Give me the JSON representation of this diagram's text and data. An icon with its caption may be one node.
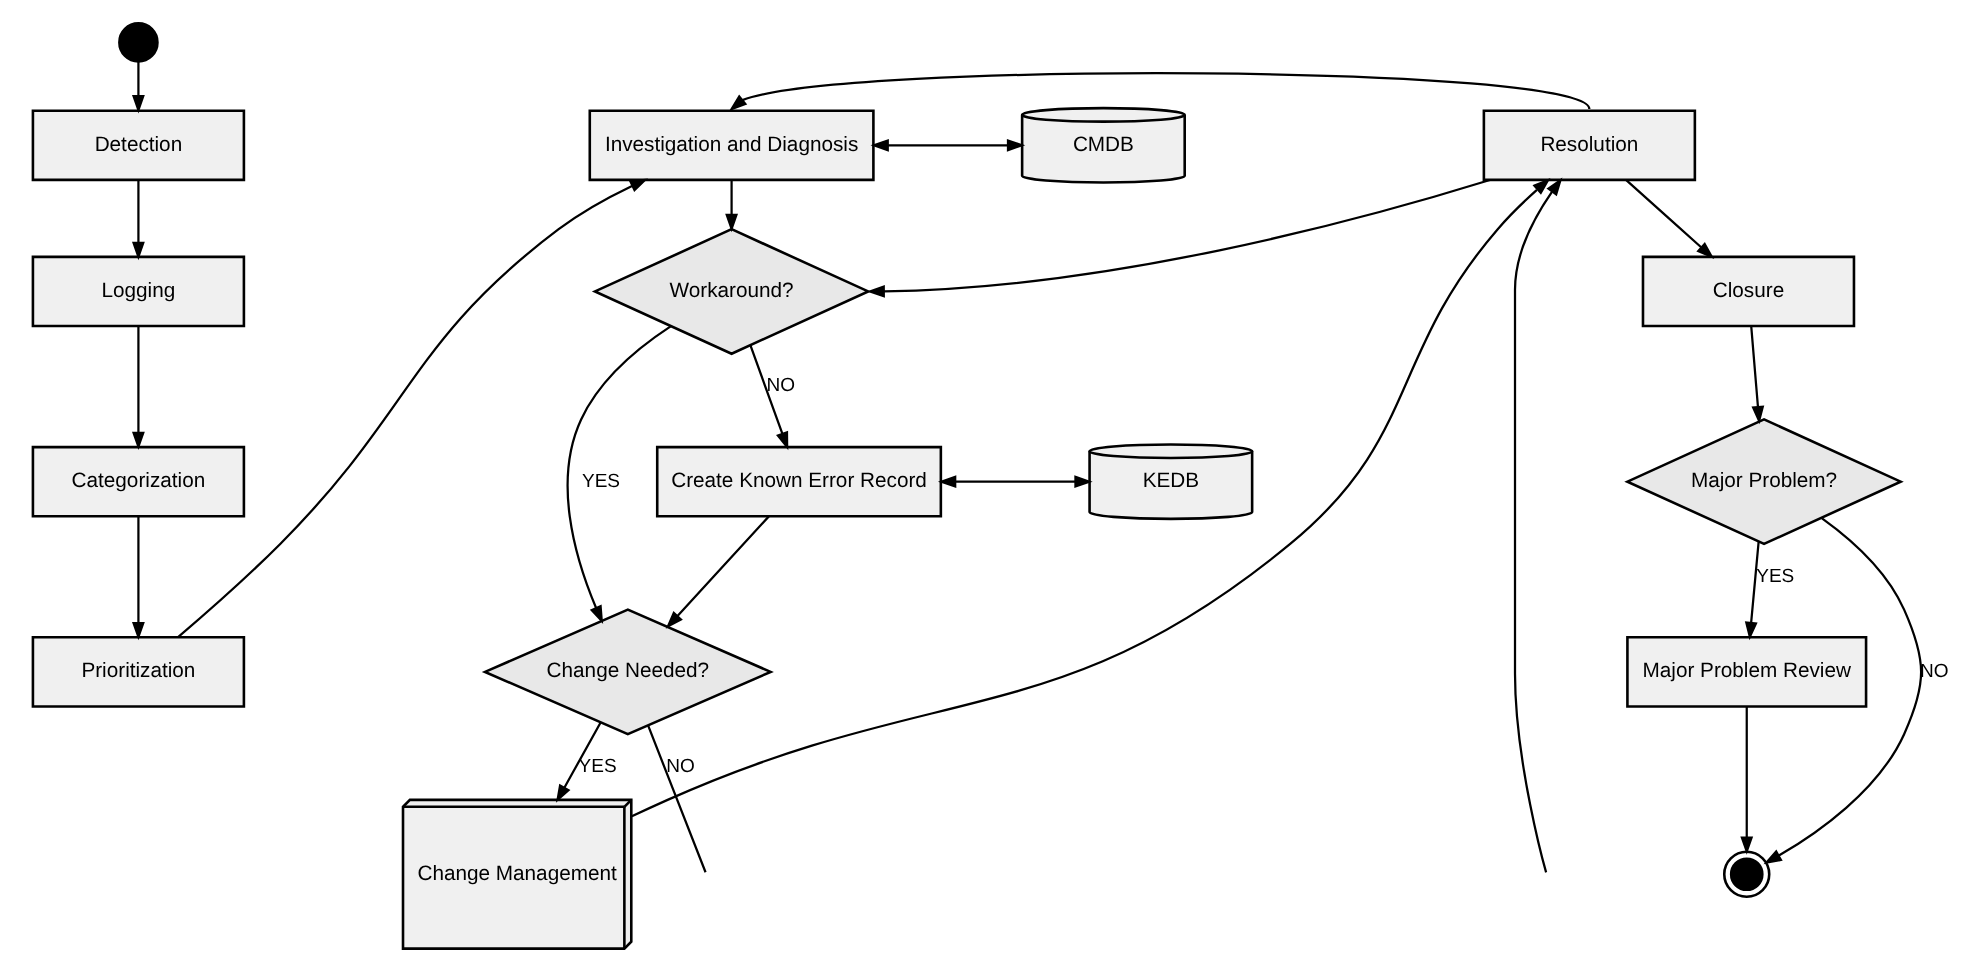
{
  "diagram": {
    "nodes": [
      {
        "text": [],
        "shape": "circle"
      },
      {
        "text": [
          "Detection"
        ]
      },
      {
        "text": [
          "Logging"
        ]
      },
      {
        "text": [
          "Categorization"
        ]
      },
      {
        "text": [
          "Prioritization"
        ]
      },
      {
        "text": [
          "Investigation and Diagnosis"
        ]
      },
      {
        "text": [
          "CMDB"
        ]
      },
      {
        "text": [
          "Workaround?"
        ]
      },
      {
        "text": [
          "Create Known Error Record"
        ]
      },
      {
        "text": [
          "KEDB"
        ]
      },
      {
        "text": [
          "Change Needed?"
        ]
      },
      {
        "text": [
          "Change Management"
        ]
      },
      {
        "text": [
          "Resolution"
        ]
      },
      {
        "text": [
          "Closure"
        ]
      },
      {
        "text": [
          "Major Problem?"
        ]
      },
      {
        "text": [
          "Major Problem Review"
        ]
      },
      {
        "text": [],
        "shape": "circle"
      }
    ],
    "edges": [
      {
        "from": 0,
        "to": 1,
        "arrow": "to"
      },
      {
        "from": 1,
        "to": 2,
        "arrow": "to"
      },
      {
        "from": 2,
        "to": 3,
        "arrow": "to"
      },
      {
        "from": 3,
        "to": 4,
        "arrow": "to"
      },
      {
        "from": 4,
        "to": 5,
        "arrow": "to"
      },
      {
        "from": 5,
        "to": 6,
        "arrow": "both"
      },
      {
        "from": 5,
        "to": 7,
        "arrow": "to"
      },
      {
        "from": 7,
        "to": 8,
        "arrow": "to",
        "label": "NO"
      },
      {
        "from": 7,
        "to": 10,
        "arrow": "to",
        "label": "YES"
      },
      {
        "from": 8,
        "to": 9,
        "arrow": "both"
      },
      {
        "from": 8,
        "to": 10,
        "arrow": "to"
      },
      {
        "from": 10,
        "to": 11,
        "arrow": "to",
        "label": "YES"
      },
      {
        "from": 10,
        "to": null,
        "arrow": "none",
        "label": "NO"
      },
      {
        "from": 11,
        "to": 12,
        "arrow": "to"
      },
      {
        "from": null,
        "to": 12,
        "arrow": "to"
      },
      {
        "from": 12,
        "to": 5,
        "arrow": "to"
      },
      {
        "from": 12,
        "to": 7,
        "arrow": "to"
      },
      {
        "from": 12,
        "to": 13,
        "arrow": "to"
      },
      {
        "from": 13,
        "to": 14,
        "arrow": "to"
      },
      {
        "from": 14,
        "to": 15,
        "arrow": "to",
        "label": "YES"
      },
      {
        "from": 14,
        "to": 16,
        "arrow": "to",
        "label": "NO"
      },
      {
        "from": 15,
        "to": 16,
        "arrow": "to"
      }
    ]
  }
}
